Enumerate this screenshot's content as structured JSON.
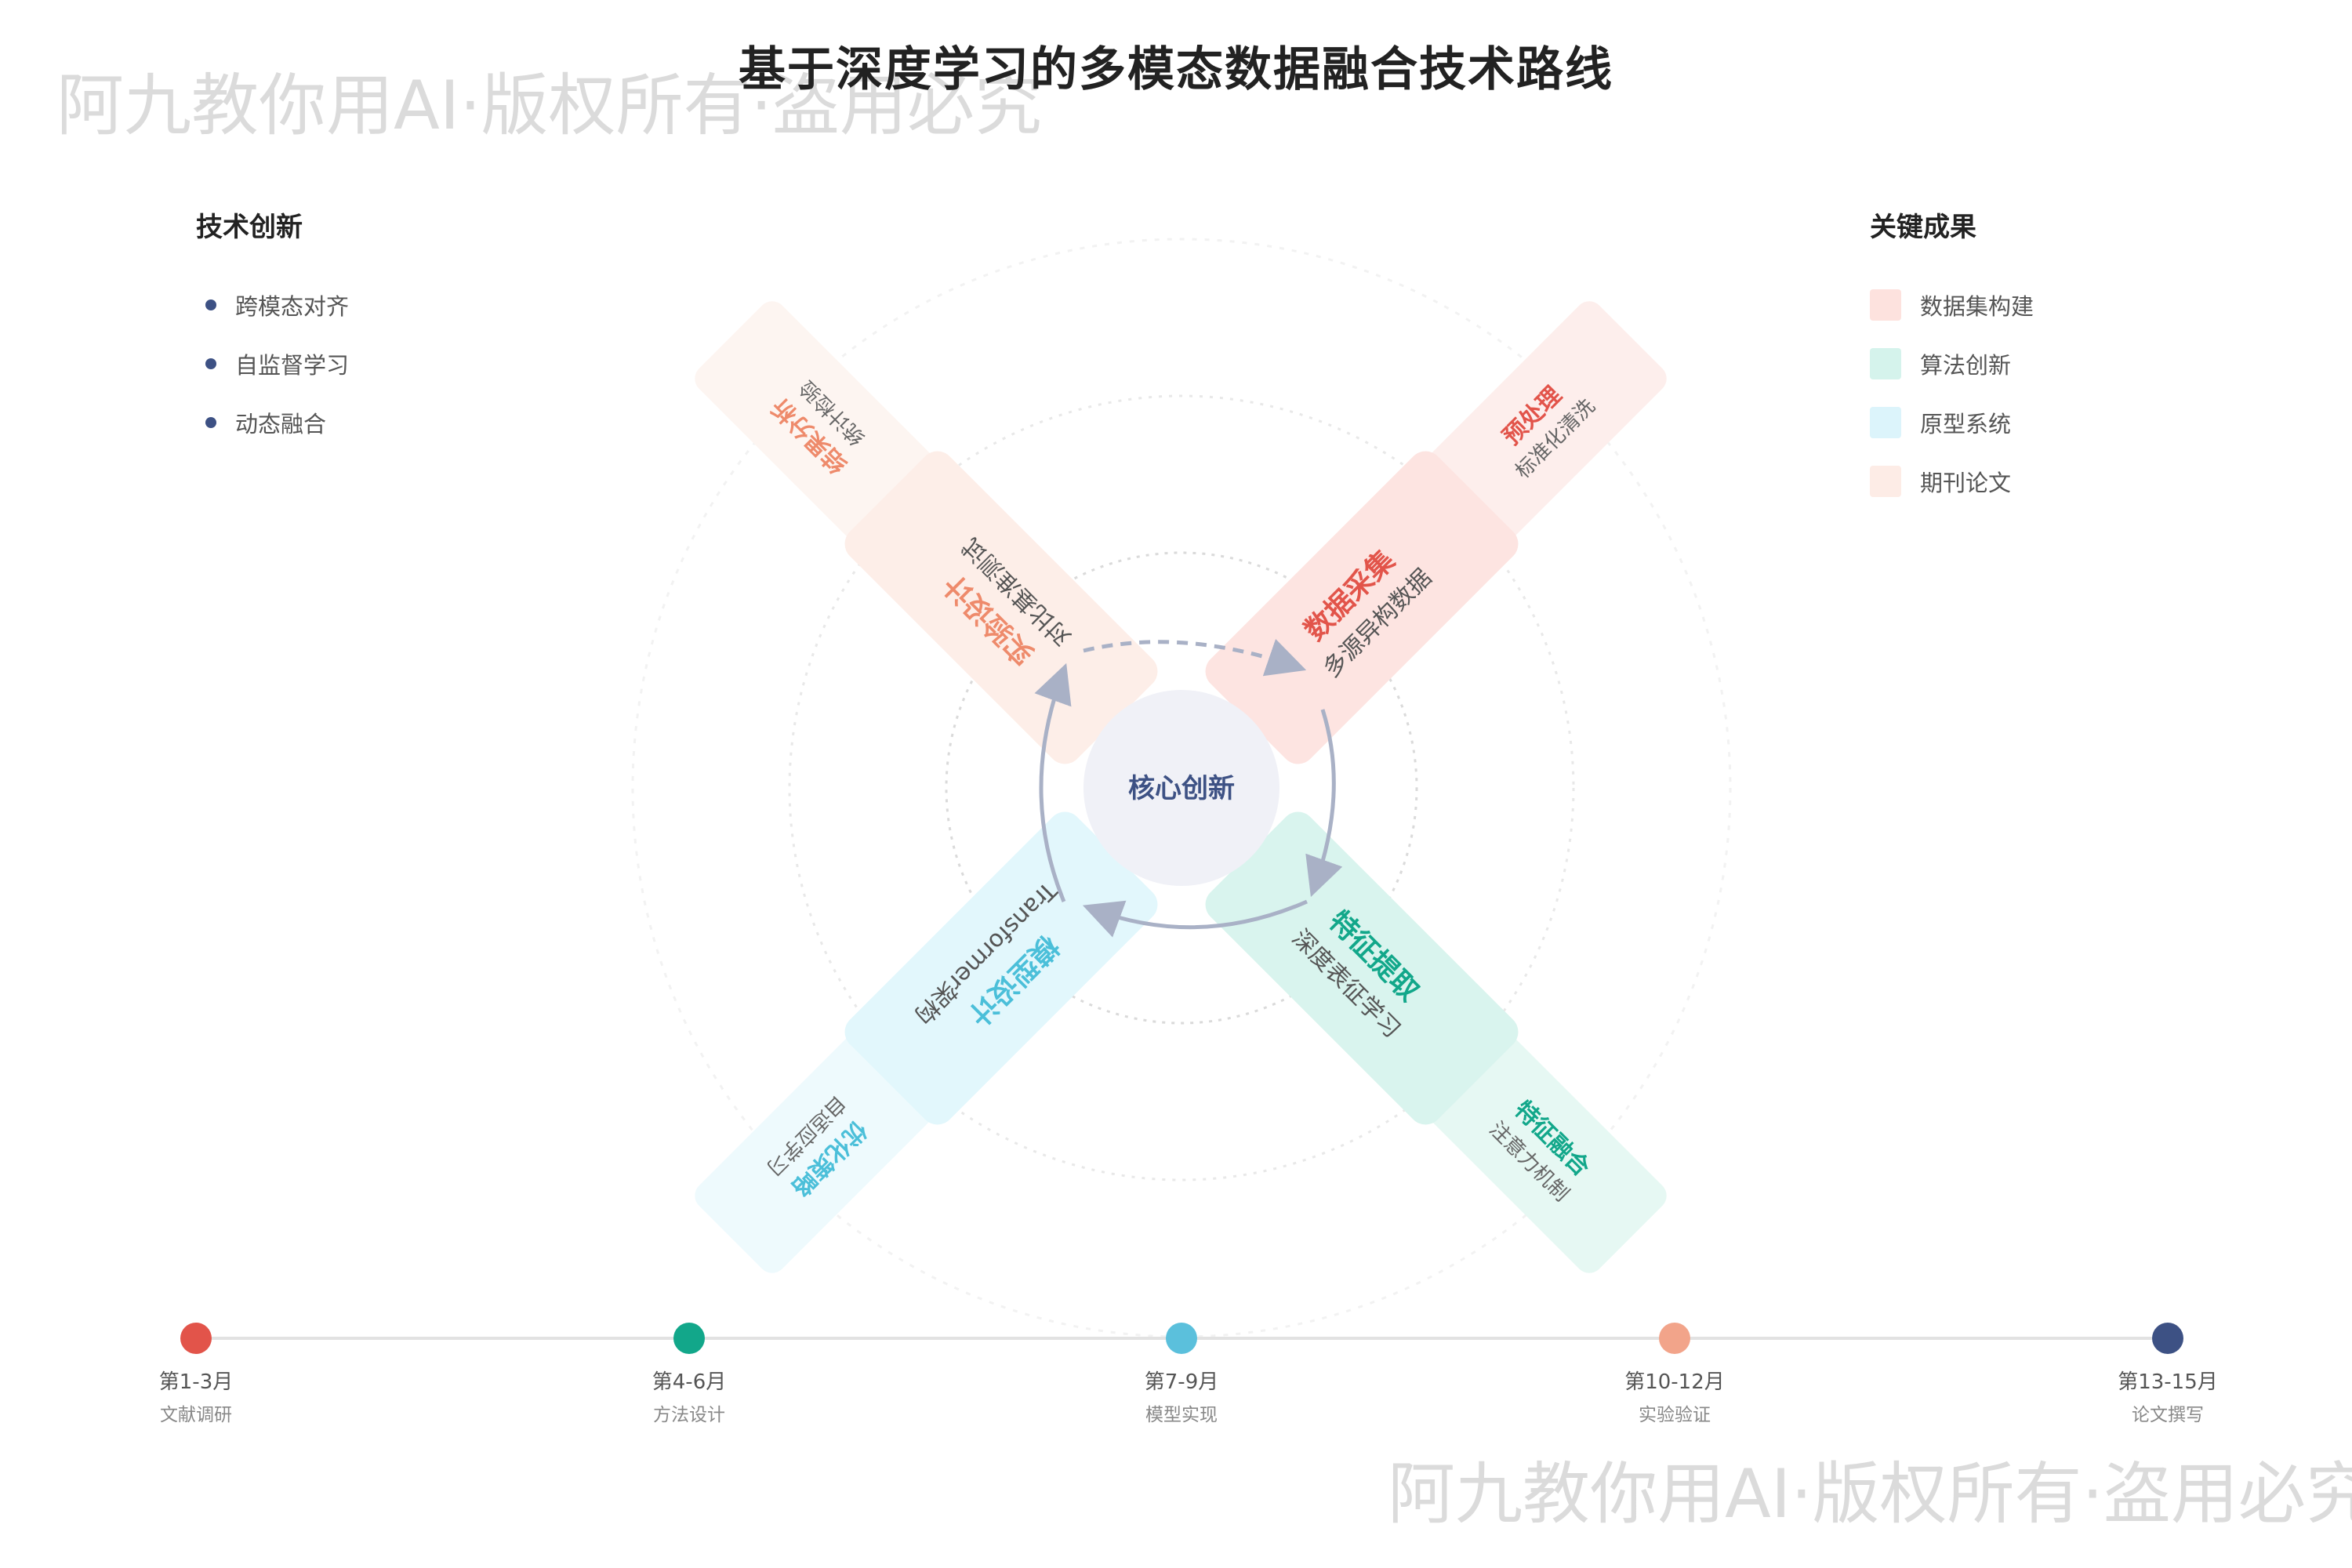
{
  "title": "基于深度学习的多模态数据融合技术路线",
  "watermark": "阿九教你用AI·版权所有·盗用必究",
  "left_legend": {
    "title": "技术创新",
    "items": [
      "跨模态对齐",
      "自监督学习",
      "动态融合"
    ],
    "dot_color": "#3d5184"
  },
  "right_legend": {
    "title": "关键成果",
    "items": [
      {
        "label": "数据集构建",
        "color": "#fde2de"
      },
      {
        "label": "算法创新",
        "color": "#d5f3ec"
      },
      {
        "label": "原型系统",
        "color": "#dcf4fb"
      },
      {
        "label": "期刊论文",
        "color": "#fdece6"
      }
    ]
  },
  "center": {
    "label": "核心创新",
    "color": "#3d5184",
    "fill": "#f0f1f7"
  },
  "inner_cards": [
    {
      "title": "数据采集",
      "subtitle": "多源异构数据",
      "color": "#e2544a",
      "fill": "#fde4e1"
    },
    {
      "title": "特征提取",
      "subtitle": "深度表征学习",
      "color": "#12a78a",
      "fill": "#d9f4ee"
    },
    {
      "title": "模型设计",
      "subtitle": "Transformer架构",
      "color": "#4bbfd9",
      "fill": "#e2f7fc"
    },
    {
      "title": "实验设计",
      "subtitle": "对比基准测试",
      "color": "#ee8a6b",
      "fill": "#fdeee8"
    }
  ],
  "outer_cards": [
    {
      "title": "预处理",
      "subtitle": "标准化清洗",
      "color": "#e2544a",
      "fill": "#fdeeec"
    },
    {
      "title": "特征融合",
      "subtitle": "注意力机制",
      "color": "#12a78a",
      "fill": "#e6f8f3"
    },
    {
      "title": "优化策略",
      "subtitle": "自适应学习",
      "color": "#4bbfd9",
      "fill": "#eefafd"
    },
    {
      "title": "结果分析",
      "subtitle": "统计检验",
      "color": "#ee8a6b",
      "fill": "#fdf5f1"
    }
  ],
  "timeline": [
    {
      "period": "第1-3月",
      "phase": "文献调研",
      "color": "#e2544a"
    },
    {
      "period": "第4-6月",
      "phase": "方法设计",
      "color": "#12a78a"
    },
    {
      "period": "第7-9月",
      "phase": "模型实现",
      "color": "#5bc0dc"
    },
    {
      "period": "第10-12月",
      "phase": "实验验证",
      "color": "#f2a48a"
    },
    {
      "period": "第13-15月",
      "phase": "论文撰写",
      "color": "#3d5184"
    }
  ]
}
